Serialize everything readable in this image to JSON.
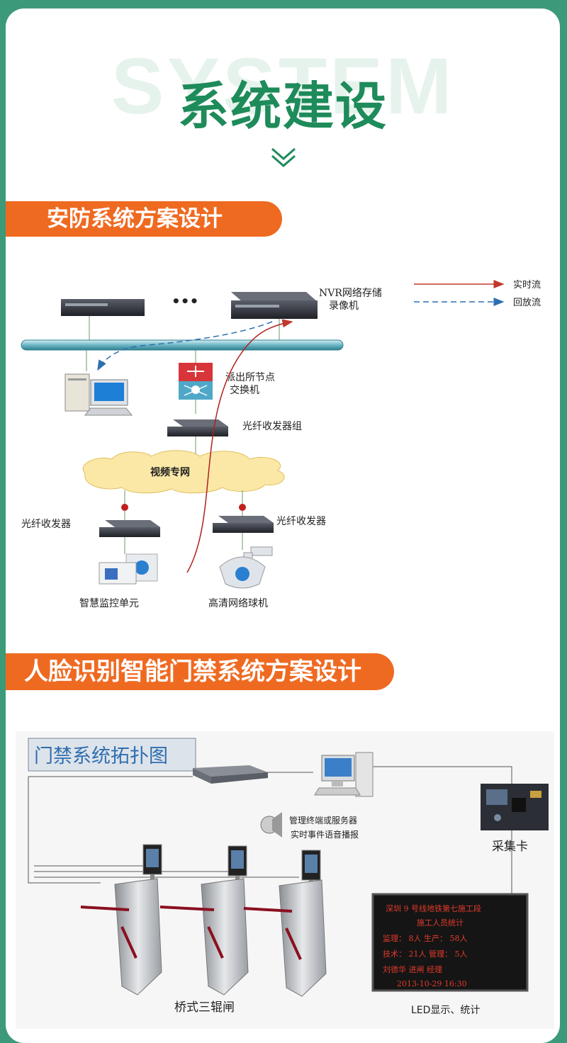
{
  "header": {
    "bg_word": "SYSTEM",
    "title": "系统建设",
    "accent_color": "#1e8b5a",
    "chevron_icon": "double-chevron-down-icon"
  },
  "sections": [
    {
      "title": "安防系统方案设计",
      "color": "#ef6a21"
    },
    {
      "title": "人脸识别智能门禁系统方案设计",
      "color": "#ef6a21"
    }
  ],
  "security_diagram": {
    "nvr_label_1": "NVR网络存储",
    "nvr_label_2": "录像机",
    "ellipsis": "•••",
    "legend": [
      {
        "label": "实时流",
        "color": "#c0392b",
        "style": "solid"
      },
      {
        "label": "回放流",
        "color": "#2e6fb0",
        "style": "dashed"
      }
    ],
    "switch_label_1": "派出所节点",
    "switch_label_2": "交换机",
    "fiber_group": "光纤收发器组",
    "cloud": "视频专网",
    "fiber_left": "光纤收发器",
    "fiber_right": "光纤收发器",
    "unit_left": "智慧监控单元",
    "unit_right": "高清网络球机"
  },
  "access_diagram": {
    "title": "门禁系统拓扑图",
    "server_1": "管理终端或服务器",
    "server_2": "实时事件语音播报",
    "card": "采集卡",
    "gates": "桥式三辊闸",
    "led_caption": "LED显示、统计",
    "led_lines": [
      "深圳 9 号线地铁第七施工段",
      "施工人员统计",
      "监理：  8人     生产：  58人",
      "技术：  21人     管理：   5人",
      "刘德华   进闸   经理",
      "2013-10-29  16:30"
    ]
  }
}
